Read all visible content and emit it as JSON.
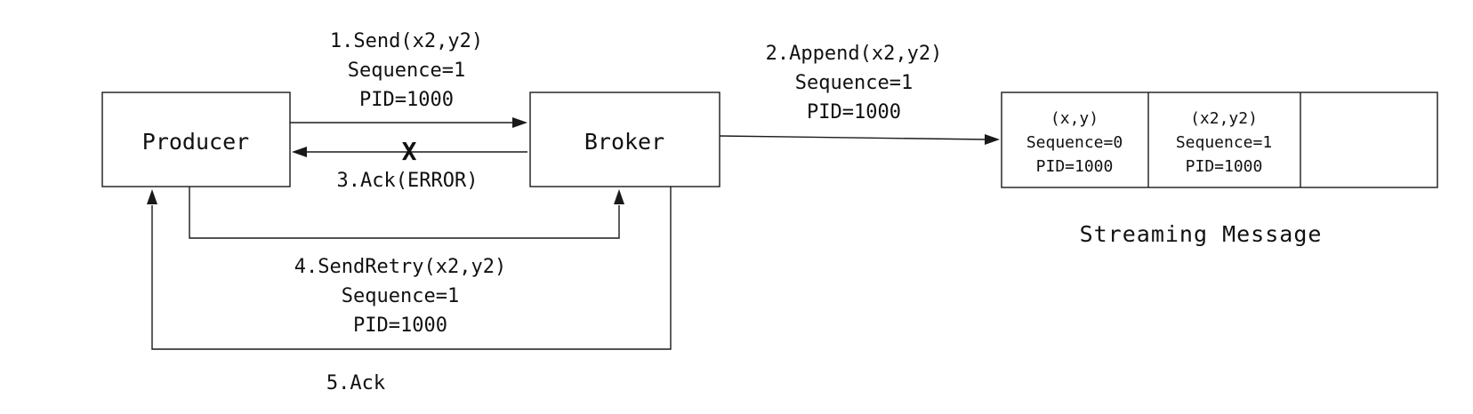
{
  "nodes": {
    "producer": "Producer",
    "broker": "Broker"
  },
  "edges": {
    "send": [
      "1.Send(x2,y2)",
      "Sequence=1",
      "PID=1000"
    ],
    "append": [
      "2.Append(x2,y2)",
      "Sequence=1",
      "PID=1000"
    ],
    "ack_error": "3.Ack(ERROR)",
    "failure_mark": "X",
    "send_retry": [
      "4.SendRetry(x2,y2)",
      "Sequence=1",
      "PID=1000"
    ],
    "ack": "5.Ack"
  },
  "stream": {
    "title": "Streaming Message",
    "cells": [
      [
        "(x,y)",
        "Sequence=0",
        "PID=1000"
      ],
      [
        "(x2,y2)",
        "Sequence=1",
        "PID=1000"
      ],
      []
    ]
  },
  "colors": {
    "stroke": "#1a1a1a",
    "text": "#111111",
    "background": "#ffffff"
  }
}
